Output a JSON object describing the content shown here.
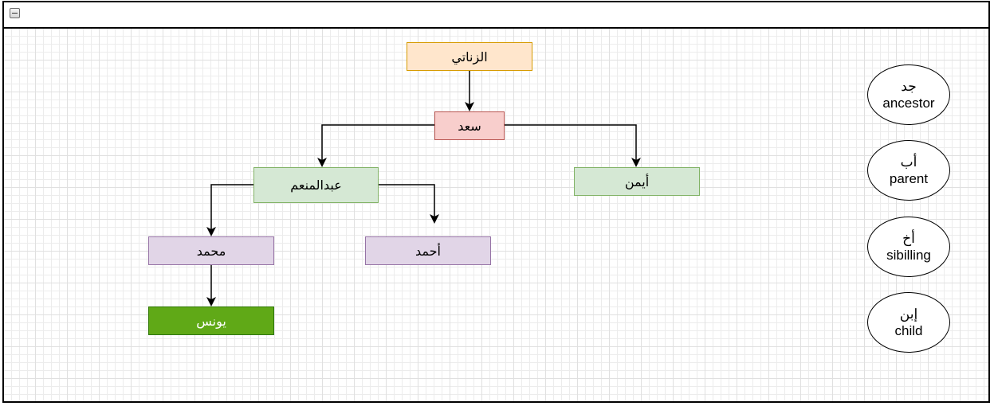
{
  "diagram": {
    "nodes": {
      "zanati": "الزناتي",
      "saad": "سعد",
      "abdelmoneim": "عبدالمنعم",
      "ayman": "أيمن",
      "mohamed": "محمد",
      "ahmed": "أحمد",
      "younes": "يونس"
    },
    "legend": [
      {
        "ar": "جد",
        "en": "ancestor"
      },
      {
        "ar": "أب",
        "en": "parent"
      },
      {
        "ar": "أخ",
        "en": "sibilling"
      },
      {
        "ar": "إبن",
        "en": "child"
      }
    ]
  },
  "colors": {
    "orange_fill": "#ffe6cc",
    "orange_stroke": "#d79b00",
    "red_fill": "#f8cecc",
    "red_stroke": "#b85450",
    "green_fill": "#d5e8d4",
    "green_stroke": "#82b366",
    "purple_fill": "#e1d5e7",
    "purple_stroke": "#9673a6",
    "dark_green_fill": "#60a917",
    "dark_green_stroke": "#2d7600"
  }
}
